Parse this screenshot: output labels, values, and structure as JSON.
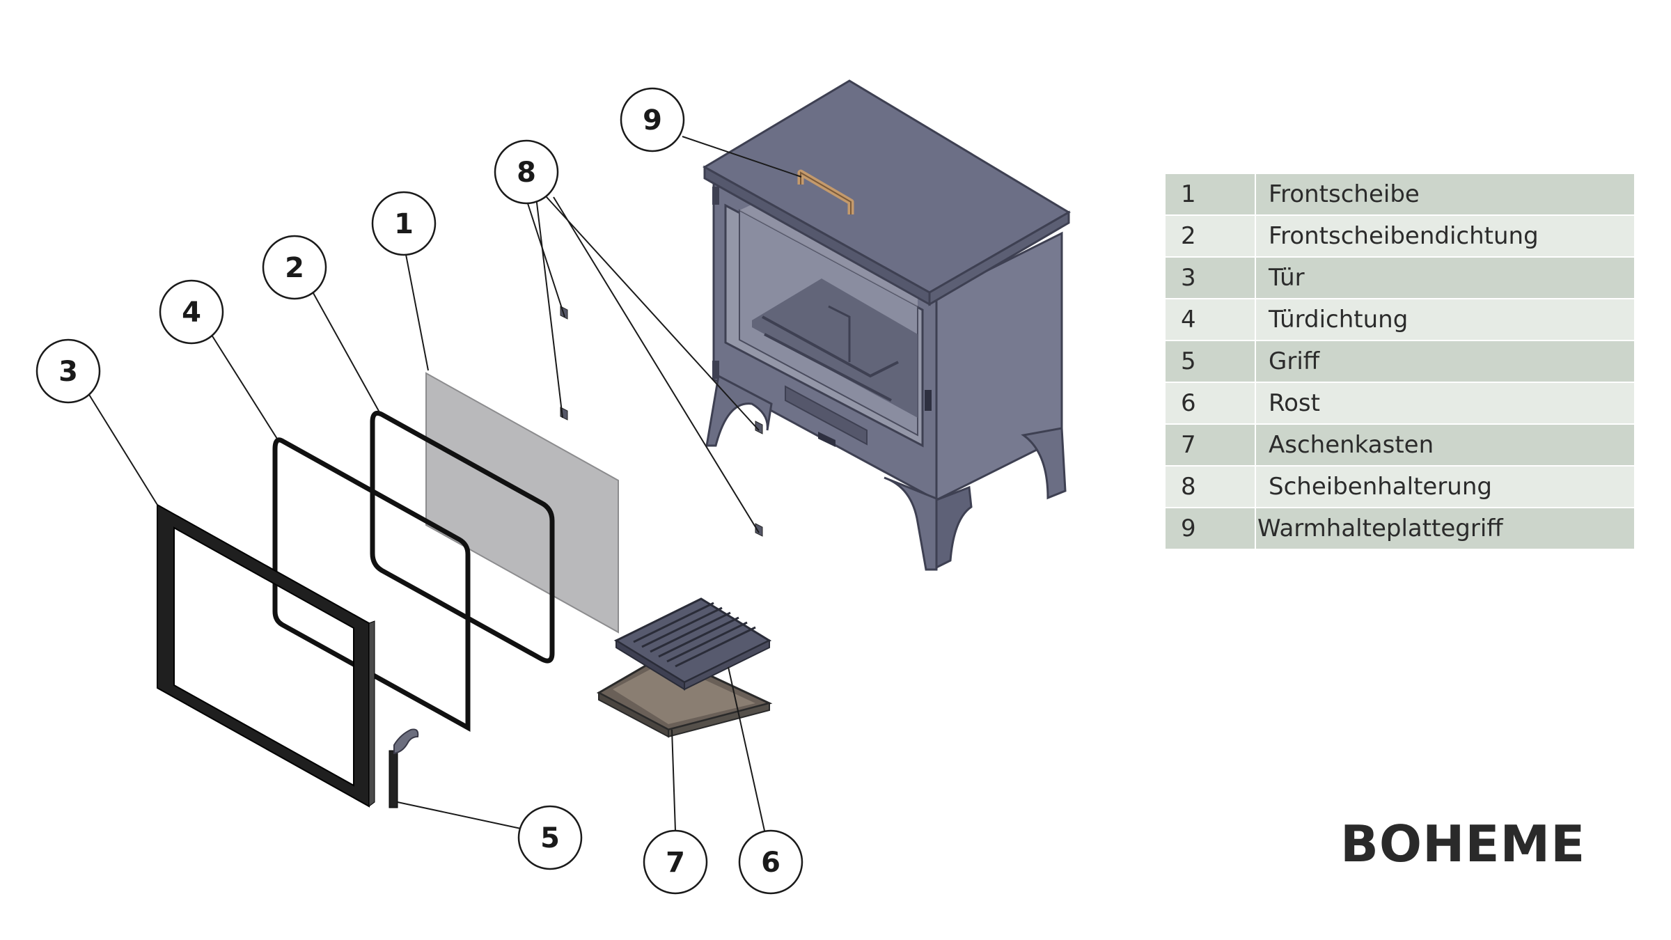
{
  "callouts": [
    "1",
    "2",
    "3",
    "4",
    "5",
    "6",
    "7",
    "8",
    "9"
  ],
  "parts": [
    {
      "num": "1",
      "name": "Frontscheibe"
    },
    {
      "num": "2",
      "name": "Frontscheibendichtung"
    },
    {
      "num": "3",
      "name": "Tür"
    },
    {
      "num": "4",
      "name": "Türdichtung"
    },
    {
      "num": "5",
      "name": "Griff"
    },
    {
      "num": "6",
      "name": "Rost"
    },
    {
      "num": "7",
      "name": "Aschenkasten"
    },
    {
      "num": "8",
      "name": "Scheibenhalterung"
    },
    {
      "num": "9",
      "name": "Warmhalteplattegriff"
    }
  ],
  "brand": "BOHEME",
  "colors": {
    "stove": "#6e7088",
    "stove_dark": "#4f5166",
    "glass": "#b9b9bb",
    "table_dark": "#ccd5cb",
    "table_light": "#e6ebe5",
    "handle": "#c49a6c"
  }
}
